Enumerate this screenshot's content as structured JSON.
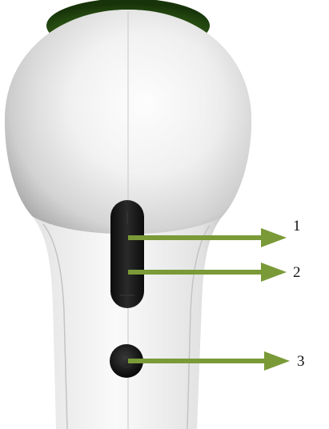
{
  "callouts": [
    {
      "label": "1",
      "target": "rocker-button-upper"
    },
    {
      "label": "2",
      "target": "rocker-button-lower"
    },
    {
      "label": "3",
      "target": "round-button"
    }
  ],
  "colors": {
    "arrow": "#7a9a38",
    "body_light": "#f4f4f4",
    "body_shadow": "#9a9a9a",
    "button": "#1a1a1a",
    "top_cap": "#2f5a16",
    "label_text": "#111111"
  }
}
